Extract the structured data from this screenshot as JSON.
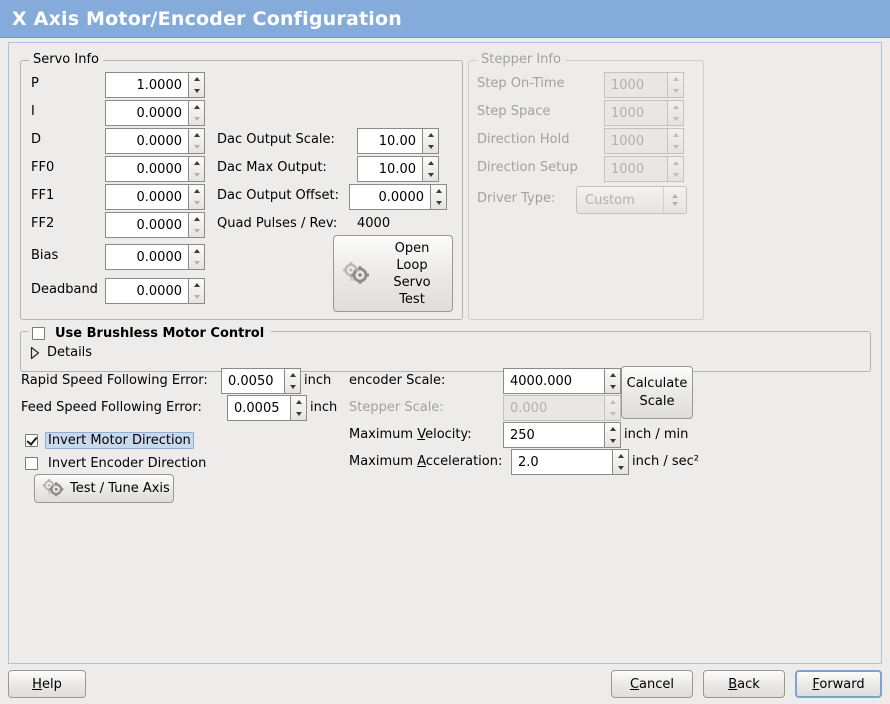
{
  "window": {
    "title": "X Axis Motor/Encoder Configuration",
    "title_bg": "#84abd9",
    "title_fg": "#ffffff",
    "body_bg": "#edecea",
    "focus_accent": "#7aa3d4"
  },
  "servo_info": {
    "legend": "Servo Info",
    "rows": [
      {
        "label": "P",
        "value": "1.0000"
      },
      {
        "label": "I",
        "value": "0.0000"
      },
      {
        "label": "D",
        "value": "0.0000"
      },
      {
        "label": "FF0",
        "value": "0.0000"
      },
      {
        "label": "FF1",
        "value": "0.0000"
      },
      {
        "label": "FF2",
        "value": "0.0000"
      },
      {
        "label": "Bias",
        "value": "0.0000"
      },
      {
        "label": "Deadband",
        "value": "0.0000"
      }
    ],
    "dac": {
      "output_scale_label": "Dac Output Scale:",
      "output_scale_value": "10.00",
      "max_output_label": "Dac Max Output:",
      "max_output_value": "10.00",
      "output_offset_label": "Dac Output Offset:",
      "output_offset_value": "0.0000",
      "quad_pulses_label": "Quad Pulses / Rev:",
      "quad_pulses_value": "4000"
    },
    "open_loop_button": {
      "line1": "Open",
      "line2": "Loop",
      "line3": "Servo",
      "line4": "Test",
      "icon": "gears-icon"
    }
  },
  "stepper_info": {
    "legend": "Stepper Info",
    "enabled": false,
    "rows": [
      {
        "label": "Step On-Time",
        "value": "1000"
      },
      {
        "label": "Step Space",
        "value": "1000"
      },
      {
        "label": "Direction Hold",
        "value": "1000"
      },
      {
        "label": "Direction Setup",
        "value": "1000"
      }
    ],
    "driver_type_label": "Driver Type:",
    "driver_type_value": "Custom"
  },
  "brushless": {
    "checkbox_label": "Use Brushless Motor Control",
    "checked": false,
    "details_label": "Details",
    "details_expanded": false
  },
  "errors": {
    "rapid_label": "Rapid Speed Following Error:",
    "rapid_value": "0.0050",
    "rapid_units": "inch",
    "feed_label": "Feed Speed Following Error:",
    "feed_value": "0.0005",
    "feed_units": "inch"
  },
  "inverts": {
    "motor_label": "Invert Motor Direction",
    "motor_checked": true,
    "motor_focused": true,
    "encoder_label": "Invert Encoder Direction",
    "encoder_checked": false
  },
  "test_tune_button": {
    "label": "Test / Tune Axis",
    "icon": "gears-icon"
  },
  "scales": {
    "encoder_label": "encoder Scale:",
    "encoder_value": "4000.000",
    "stepper_label": "Stepper Scale:",
    "stepper_value": "0.000",
    "stepper_enabled": false,
    "calculate_line1": "Calculate",
    "calculate_line2": "Scale",
    "max_velocity_label_pre": "Maximum ",
    "max_velocity_label_mnemonic": "V",
    "max_velocity_label_post": "elocity:",
    "max_velocity_value": "250",
    "max_velocity_units": "inch / min",
    "max_accel_label_pre": "Maximum ",
    "max_accel_label_mnemonic": "A",
    "max_accel_label_post": "cceleration:",
    "max_accel_value": "2.0",
    "max_accel_units": "inch / sec²"
  },
  "footer": {
    "help_pre": "",
    "help_mnemonic": "H",
    "help_post": "elp",
    "cancel_mnemonic": "C",
    "cancel_post": "ancel",
    "back_mnemonic": "B",
    "back_post": "ack",
    "forward_mnemonic": "F",
    "forward_post": "orward"
  }
}
